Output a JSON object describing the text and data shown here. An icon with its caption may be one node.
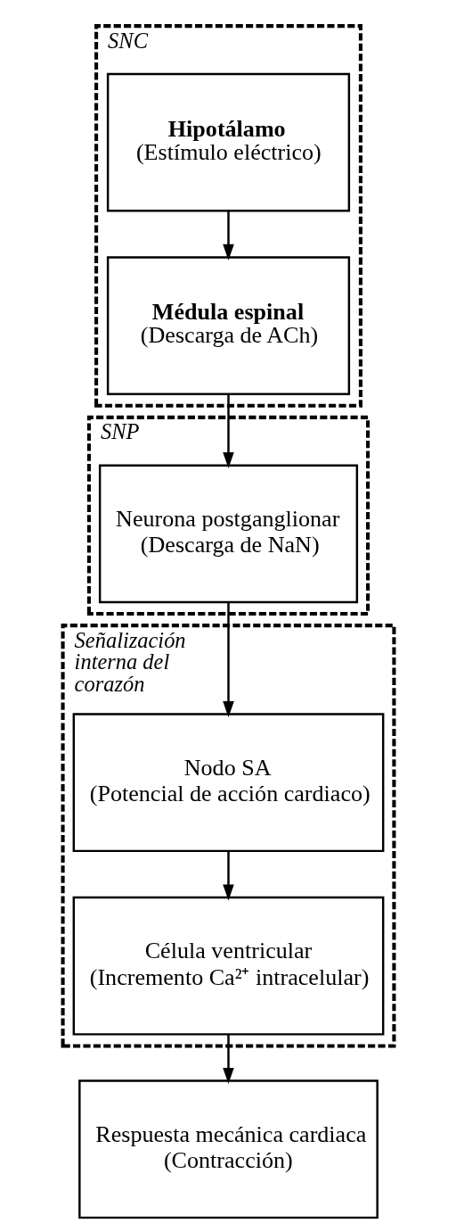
{
  "diagram": {
    "nodes": [
      {
        "text": [
          "SNC"
        ]
      },
      {
        "text": [
          "Hipotálamo",
          "(Estímulo eléctrico)"
        ],
        "in": 0
      },
      {
        "text": [
          "Médula espinal",
          "(Descarga de ACh)"
        ],
        "in": 0
      },
      {
        "text": [
          "SNP"
        ]
      },
      {
        "text": [
          "Neurona postganglionar",
          "(Descarga de NaN)"
        ],
        "in": 3
      },
      {
        "text": [
          "Señalización interna del corazón"
        ]
      },
      {
        "text": [
          "Nodo SA",
          "(Potencial de acción cardiaco)"
        ],
        "in": 5
      },
      {
        "text": [
          "Célula ventricular",
          "(Incremento Ca²⁺ intracelular)"
        ],
        "in": 5
      },
      {
        "text": [
          "Respuesta mecánica cardiaca",
          "(Contracción)"
        ]
      }
    ],
    "edges": [
      {
        "from": 1,
        "to": 2,
        "arrow": "to"
      },
      {
        "from": 2,
        "to": 4,
        "arrow": "to"
      },
      {
        "from": 4,
        "to": 6,
        "arrow": "to"
      },
      {
        "from": 6,
        "to": 7,
        "arrow": "to"
      },
      {
        "from": 7,
        "to": 8,
        "arrow": "to"
      }
    ]
  }
}
